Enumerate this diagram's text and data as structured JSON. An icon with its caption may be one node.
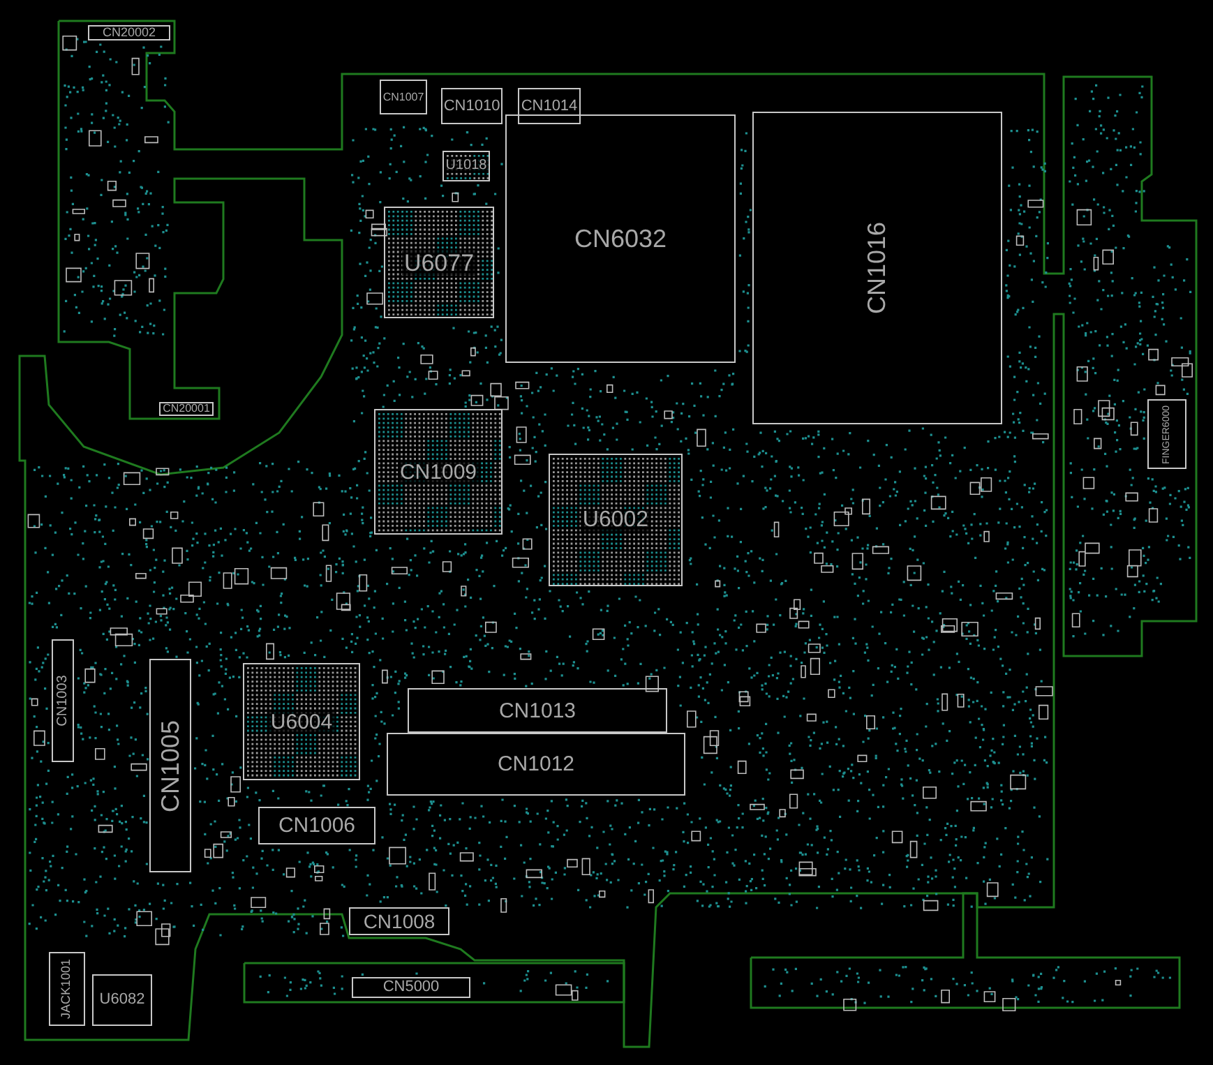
{
  "diagram": {
    "nodes": [
      {
        "text": [
          "CN20002"
        ]
      },
      {
        "text": [
          "CN1007"
        ]
      },
      {
        "text": [
          "CN1010"
        ]
      },
      {
        "text": [
          "CN1014"
        ]
      },
      {
        "text": [
          "CN6032"
        ]
      },
      {
        "text": [
          "CN1016"
        ]
      },
      {
        "text": [
          "U1018"
        ]
      },
      {
        "text": [
          "U6077"
        ]
      },
      {
        "text": [
          "CN20001"
        ]
      },
      {
        "text": [
          "CN1009"
        ]
      },
      {
        "text": [
          "U6002"
        ]
      },
      {
        "text": [
          "FINGER6000"
        ]
      },
      {
        "text": [
          "CN1003"
        ]
      },
      {
        "text": [
          "CN1005"
        ]
      },
      {
        "text": [
          "U6004"
        ]
      },
      {
        "text": [
          "CN1013"
        ]
      },
      {
        "text": [
          "CN1012"
        ]
      },
      {
        "text": [
          "CN1006"
        ]
      },
      {
        "text": [
          "CN1008"
        ]
      },
      {
        "text": [
          "CN5000"
        ]
      },
      {
        "text": [
          "JACK1001"
        ]
      },
      {
        "text": [
          "U6082"
        ]
      }
    ]
  }
}
